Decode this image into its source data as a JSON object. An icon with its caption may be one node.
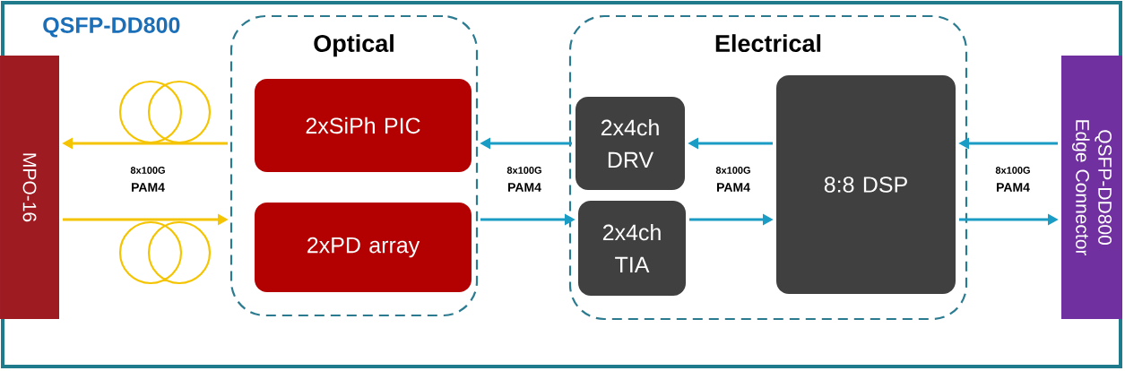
{
  "diagram": {
    "nodes": [
      {
        "text": [
          "QSFP-DD800"
        ]
      },
      {
        "text": [
          "MPO-16"
        ],
        "in": 0
      },
      {
        "text": [
          "Optical"
        ],
        "in": 0
      },
      {
        "text": [
          "2xSiPh PIC"
        ],
        "in": 2
      },
      {
        "text": [
          "2xPD array"
        ],
        "in": 2
      },
      {
        "text": [
          "Electrical"
        ],
        "in": 0
      },
      {
        "text": [
          "2x4ch DRV"
        ],
        "in": 5
      },
      {
        "text": [
          "2x4ch TIA"
        ],
        "in": 5
      },
      {
        "text": [
          "8:8 DSP"
        ],
        "in": 5
      },
      {
        "text": [
          "QSFP-DD800 Edge Connector"
        ],
        "in": 0
      }
    ],
    "edges": [
      {
        "from": 2,
        "to": 1,
        "arrow": "to",
        "color": "#f5c400"
      },
      {
        "from": 1,
        "to": 2,
        "arrow": "to",
        "color": "#f5c400"
      },
      {
        "from": 6,
        "to": 2,
        "arrow": "to"
      },
      {
        "from": 2,
        "to": 7,
        "arrow": "to"
      },
      {
        "from": 8,
        "to": 6,
        "arrow": "to"
      },
      {
        "from": 7,
        "to": 8,
        "arrow": "to"
      },
      {
        "from": 9,
        "to": 8,
        "arrow": "to"
      },
      {
        "from": 8,
        "to": 9,
        "arrow": "to"
      }
    ],
    "labels": [
      "8x100G",
      "PAM4",
      "8x100G",
      "PAM4",
      "8x100G",
      "PAM4",
      "8x100G",
      "PAM4"
    ]
  }
}
